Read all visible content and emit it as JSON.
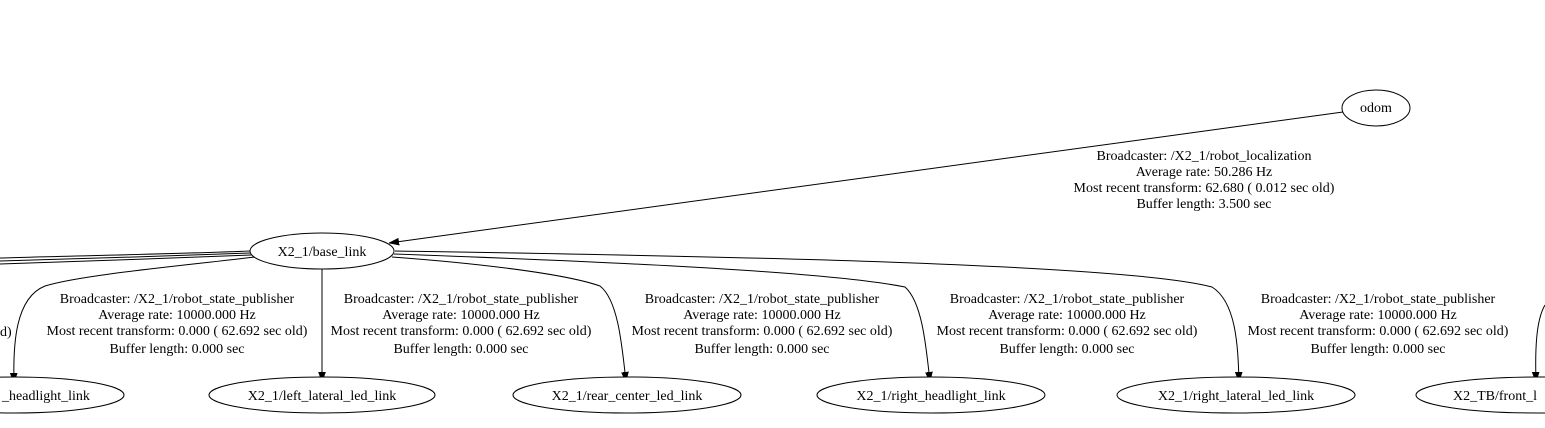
{
  "nodes": {
    "odom": "odom",
    "base_link": "X2_1/base_link",
    "left_headlight_link": "_headlight_link",
    "left_lateral_led_link": "X2_1/left_lateral_led_link",
    "rear_center_led_link": "X2_1/rear_center_led_link",
    "right_headlight_link": "X2_1/right_headlight_link",
    "right_lateral_led_link": "X2_1/right_lateral_led_link",
    "tb_front_link": "X2_TB/front_l"
  },
  "edges": {
    "odom_to_base": {
      "broadcaster": "Broadcaster: /X2_1/robot_localization",
      "rate": "Average rate: 50.286 Hz",
      "recent": "Most recent transform: 62.680 ( 0.012 sec old)",
      "buffer": "Buffer length: 3.500 sec"
    },
    "base_to_left_headlight": {
      "broadcaster": "Broadcaster: /X2_1/robot_state_publisher",
      "rate": "Average rate: 10000.000 Hz",
      "recent": "Most recent transform: 0.000 ( 62.692 sec old)",
      "buffer": "Buffer length: 0.000 sec"
    },
    "base_to_left_lateral": {
      "broadcaster": "Broadcaster: /X2_1/robot_state_publisher",
      "rate": "Average rate: 10000.000 Hz",
      "recent": "Most recent transform: 0.000 ( 62.692 sec old)",
      "buffer": "Buffer length: 0.000 sec"
    },
    "base_to_rear_center": {
      "broadcaster": "Broadcaster: /X2_1/robot_state_publisher",
      "rate": "Average rate: 10000.000 Hz",
      "recent": "Most recent transform: 0.000 ( 62.692 sec old)",
      "buffer": "Buffer length: 0.000 sec"
    },
    "base_to_right_headlight": {
      "broadcaster": "Broadcaster: /X2_1/robot_state_publisher",
      "rate": "Average rate: 10000.000 Hz",
      "recent": "Most recent transform: 0.000 ( 62.692 sec old)",
      "buffer": "Buffer length: 0.000 sec"
    },
    "base_to_right_lateral": {
      "broadcaster": "Broadcaster: /X2_1/robot_state_publisher",
      "rate": "Average rate: 10000.000 Hz",
      "recent": "Most recent transform: 0.000 ( 62.692 sec old)",
      "buffer": "Buffer length: 0.000 sec"
    },
    "left_cutoff": {
      "tail": "d)"
    }
  }
}
